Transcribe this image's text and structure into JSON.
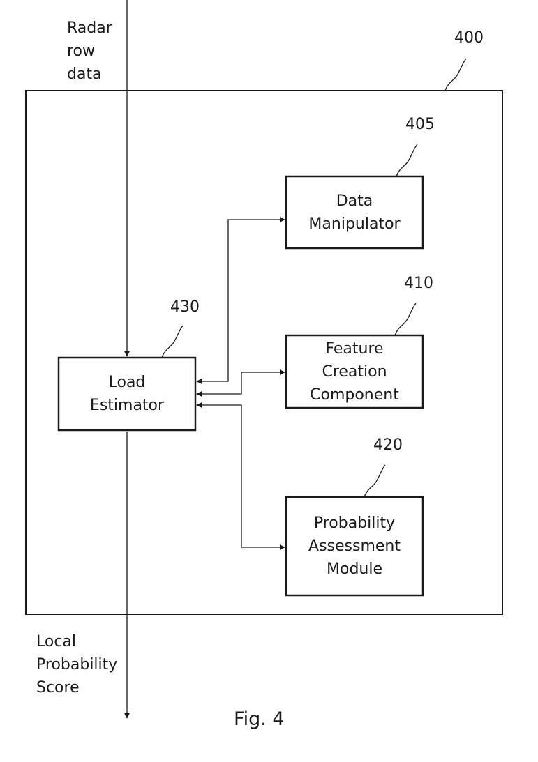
{
  "input_label": [
    "Radar",
    "row",
    "data"
  ],
  "output_label": [
    "Local",
    "Probability",
    "Score"
  ],
  "system": {
    "ref": "400"
  },
  "blocks": {
    "data_manipulator": {
      "ref": "405",
      "lines": [
        "Data",
        "Manipulator"
      ]
    },
    "feature_creation": {
      "ref": "410",
      "lines": [
        "Feature",
        "Creation",
        "Component"
      ]
    },
    "probability_assessment": {
      "ref": "420",
      "lines": [
        "Probability",
        "Assessment",
        "Module"
      ]
    },
    "load_estimator": {
      "ref": "430",
      "lines": [
        "Load",
        "Estimator"
      ]
    }
  },
  "caption": "Fig. 4"
}
